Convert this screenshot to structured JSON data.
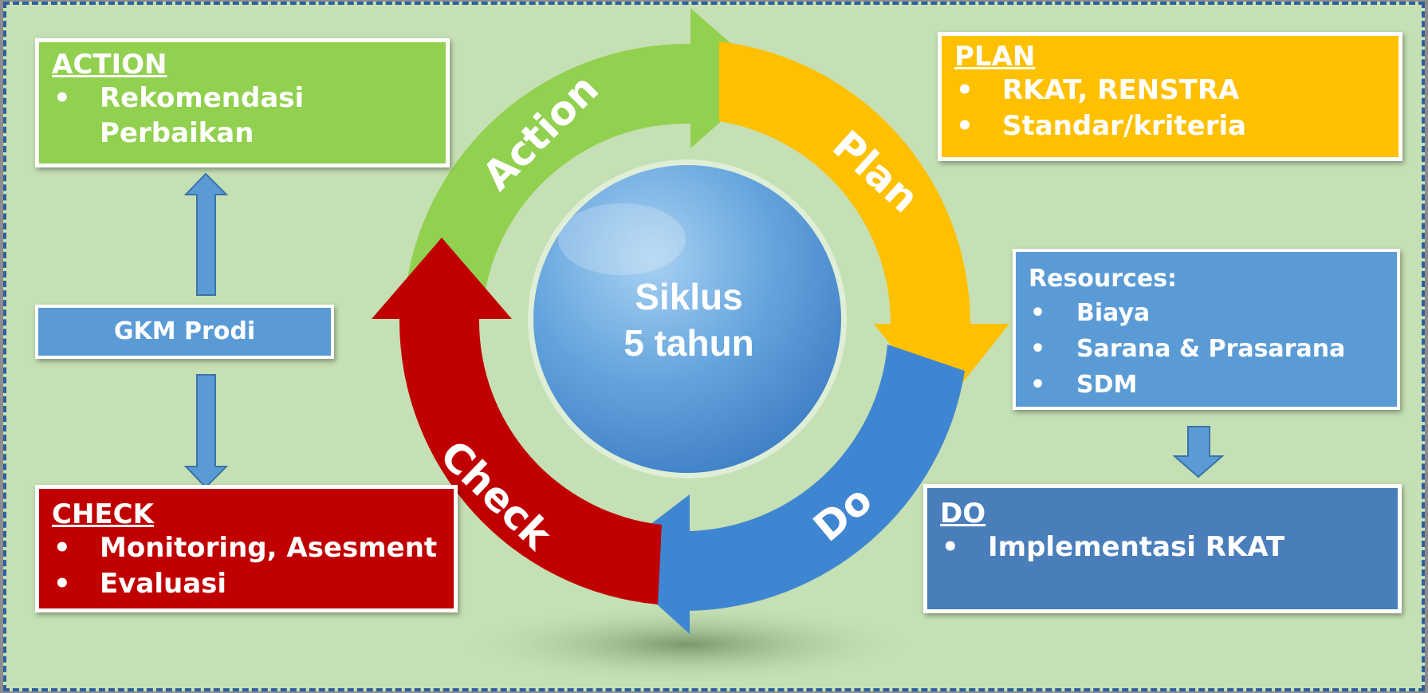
{
  "center": {
    "line1": "Siklus",
    "line2": "5 tahun"
  },
  "cycle": {
    "action_label": "Action",
    "plan_label": "Plan",
    "do_label": "Do",
    "check_label": "Check",
    "colors": {
      "action": "#92d050",
      "plan": "#ffc000",
      "do": "#3f86d2",
      "check": "#c00000"
    }
  },
  "action_box": {
    "heading": "ACTION",
    "items": [
      "Rekomendasi Perbaikan"
    ]
  },
  "plan_box": {
    "heading": "PLAN",
    "items": [
      "RKAT, RENSTRA",
      "Standar/kriteria"
    ]
  },
  "resources_box": {
    "heading": "Resources:",
    "items": [
      "Biaya",
      "Sarana & Prasarana",
      "SDM"
    ]
  },
  "check_box": {
    "heading": "CHECK",
    "items": [
      "Monitoring, Asesment",
      "Evaluasi"
    ]
  },
  "do_box": {
    "heading": "DO",
    "items": [
      "Implementasi RKAT"
    ]
  },
  "gkm": {
    "label": "GKM Prodi"
  }
}
